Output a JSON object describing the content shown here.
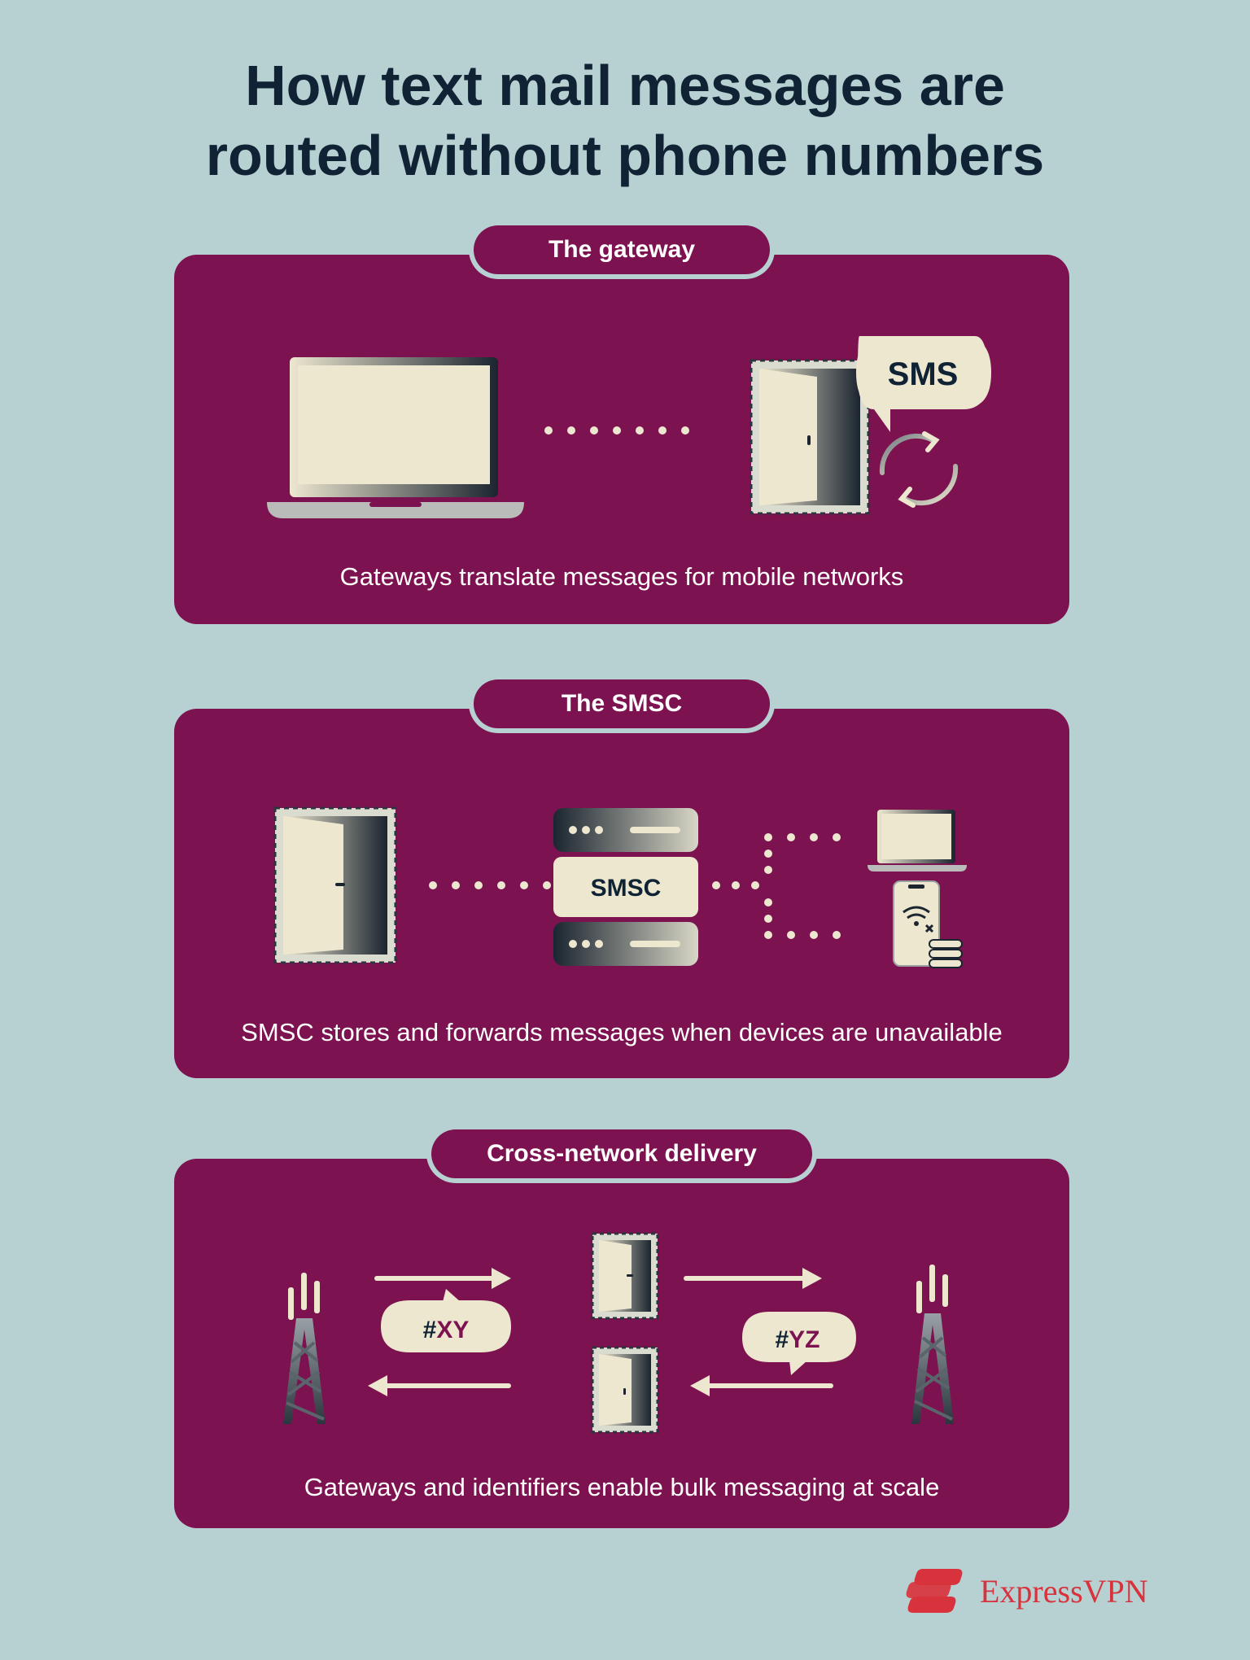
{
  "title": {
    "line1": "How text mail messages are",
    "line2": "routed without phone numbers"
  },
  "sections": [
    {
      "tab": "The gateway",
      "caption": "Gateways translate messages for mobile networks",
      "bubble": "SMS",
      "icons": [
        "laptop-icon",
        "door-icon",
        "speech-bubble-icon",
        "refresh-cycle-icon"
      ]
    },
    {
      "tab": "The SMSC",
      "caption": "SMSC stores and forwards messages when devices are unavailable",
      "server_label": "SMSC",
      "icons": [
        "door-icon",
        "server-stack-icon",
        "laptop-icon",
        "phone-no-wifi-icon",
        "database-icon"
      ]
    },
    {
      "tab": "Cross-network delivery",
      "caption": "Gateways and identifiers enable bulk messaging at scale",
      "tag_left_hash": "#",
      "tag_left_code": "XY",
      "tag_right_hash": "#",
      "tag_right_code": "YZ",
      "icons": [
        "cell-tower-icon",
        "door-icon",
        "arrow-right-icon",
        "arrow-left-icon"
      ]
    }
  ],
  "brand": {
    "name": "ExpressVPN",
    "color": "#d8333c"
  },
  "colors": {
    "background": "#b7d0d2",
    "card": "#7d1250",
    "cream": "#ede7d0",
    "dark": "#0f2334"
  }
}
